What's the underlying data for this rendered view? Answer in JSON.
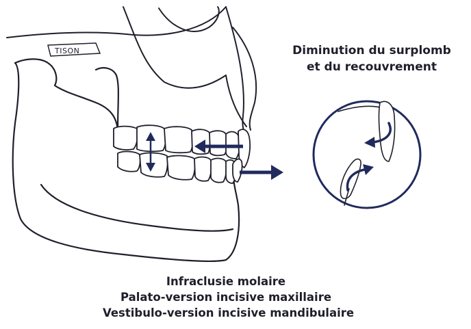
{
  "signature": "TISON",
  "top_caption": {
    "line1": "Diminution du surplomb",
    "line2": "et du recouvrement"
  },
  "bottom_caption": {
    "line1": "Infraclusie molaire",
    "line2": "Palato-version incisive maxillaire",
    "line3": "Vestibulo-version incisive mandibulaire"
  },
  "colors": {
    "line": "#1e1f2a",
    "arrow": "#202a5c",
    "background": "#ffffff"
  },
  "icons": [
    "vertical-double-arrow",
    "left-arrow",
    "right-arrow",
    "curved-arrow-up",
    "curved-arrow-down"
  ]
}
